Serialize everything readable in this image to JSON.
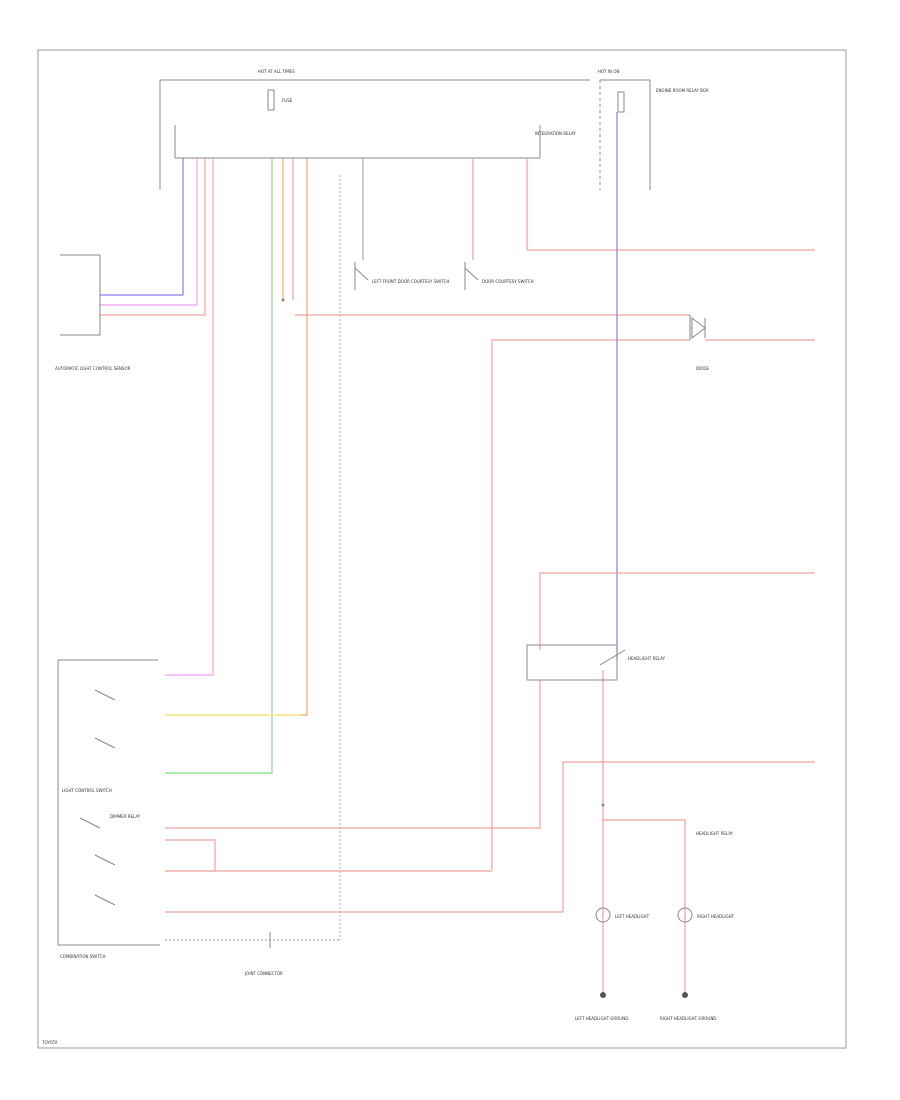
{
  "labels": {
    "fuse_block": "HOT AT ALL TIMES",
    "fuse_block_right": "HOT IN ON",
    "fuse_item": "FUSE",
    "engine_box": "ENGINE ROOM RELAY BOX",
    "integration_relay": "INTEGRATION RELAY",
    "auto_light_sensor": "AUTOMATIC LIGHT CONTROL SENSOR",
    "door_courtesy_left": "LEFT FRONT DOOR COURTESY SWITCH",
    "door_courtesy_right": "DOOR COURTESY SWITCH",
    "diode": "DIODE",
    "headlight_relay_connector": "HEADLIGHT RELAY",
    "dimmer_relay": "DIMMER RELAY",
    "light_control_switch": "LIGHT CONTROL SWITCH",
    "combination_switch": "COMBINATION SWITCH",
    "joint_connector": "JOINT CONNECTOR",
    "left_headlight": "LEFT HEADLIGHT",
    "right_headlight": "RIGHT HEADLIGHT",
    "left_ground": "LEFT HEADLIGHT GROUND",
    "right_ground": "RIGHT HEADLIGHT GROUND",
    "headlight_relay_side": "HEADLIGHT RELAY",
    "footer": "TOYOTA"
  },
  "colors": {
    "red": "#f2a0a0",
    "violet": "#8a7cf0",
    "magenta": "#f0a0f0",
    "green": "#7ee07e",
    "orange": "#f5a860",
    "yellow": "#f3f07a",
    "outline": "#777777",
    "box": "#999999"
  }
}
